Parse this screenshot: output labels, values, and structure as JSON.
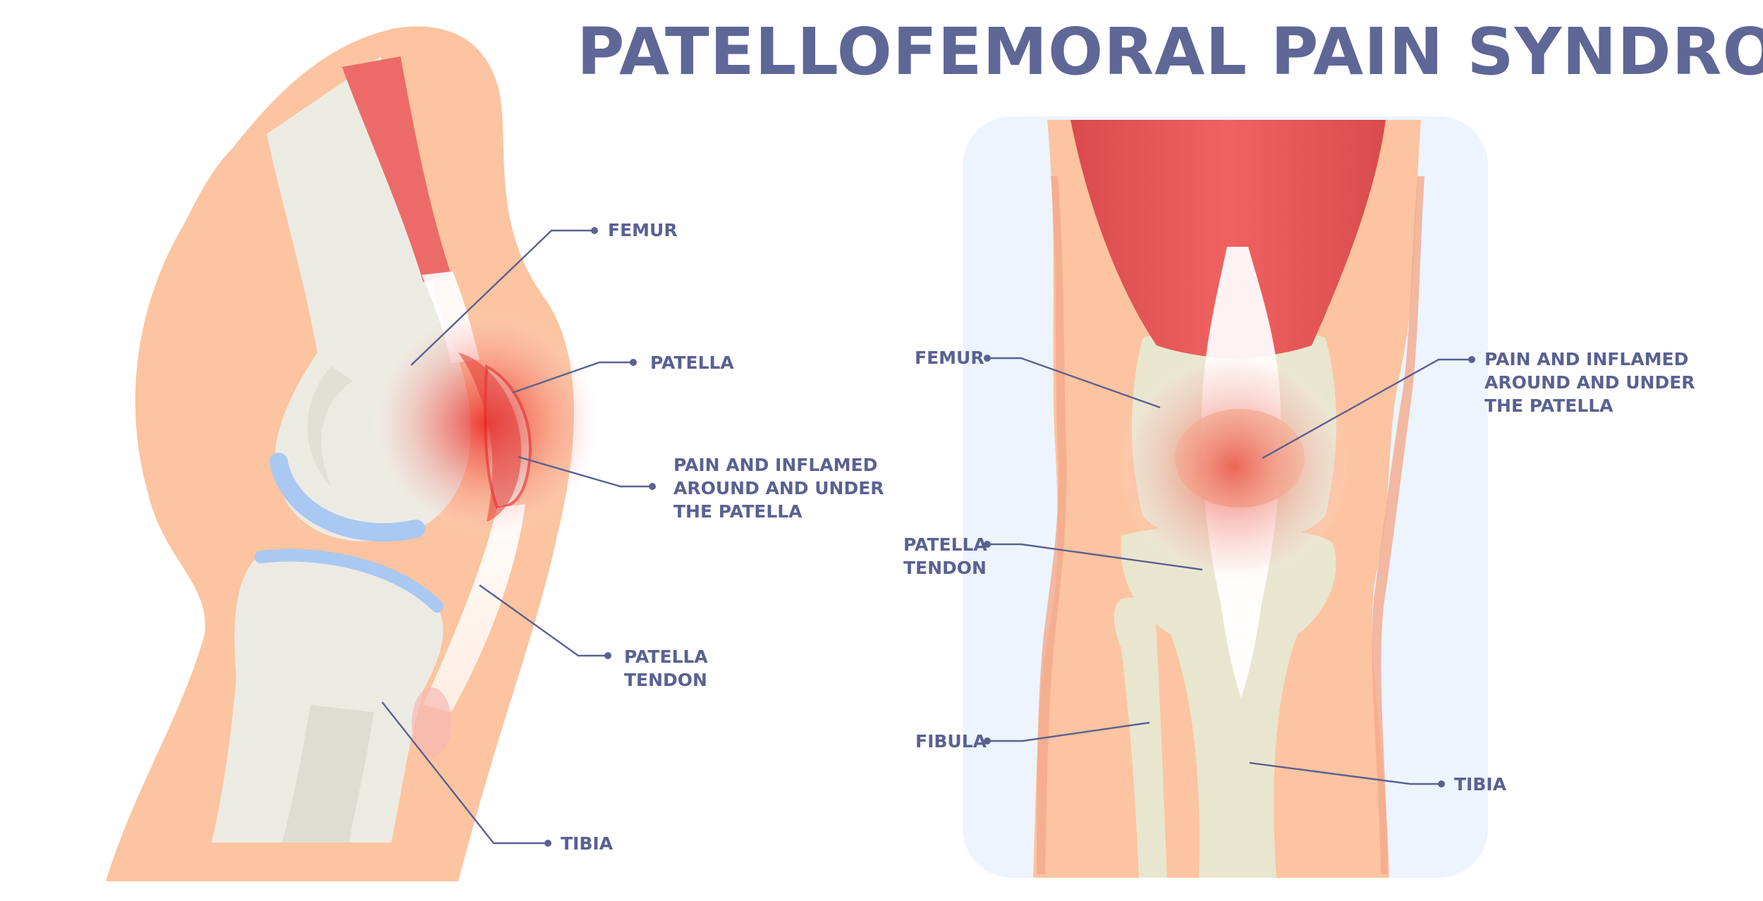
{
  "title": "PATELLOFEMORAL PAIN SYNDROME",
  "side_view": {
    "labels": {
      "femur": "FEMUR",
      "patella": "PATELLA",
      "pain_line1": "PAIN AND INFLAMED",
      "pain_line2": "AROUND AND UNDER",
      "pain_line3": "THE PATELLA",
      "tendon_line1": "PATELLA",
      "tendon_line2": "TENDON",
      "tibia": "TIBIA"
    }
  },
  "front_view": {
    "labels": {
      "femur": "FEMUR",
      "pain_line1": "PAIN AND INFLAMED",
      "pain_line2": "AROUND AND UNDER",
      "pain_line3": "THE PATELLA",
      "tendon_line1": "PATELLA",
      "tendon_line2": "TENDON",
      "fibula": "FIBULA",
      "tibia": "TIBIA"
    }
  },
  "colors": {
    "title": "#5f6797",
    "label": "#5a6192",
    "skin": "#fcc4a0",
    "bone": "#ecebe3",
    "cartilage": "#a9c8f2",
    "muscle": "#e85a5a",
    "inflammation": "#ee3b3b",
    "panel_bg": "#edf4fd"
  }
}
